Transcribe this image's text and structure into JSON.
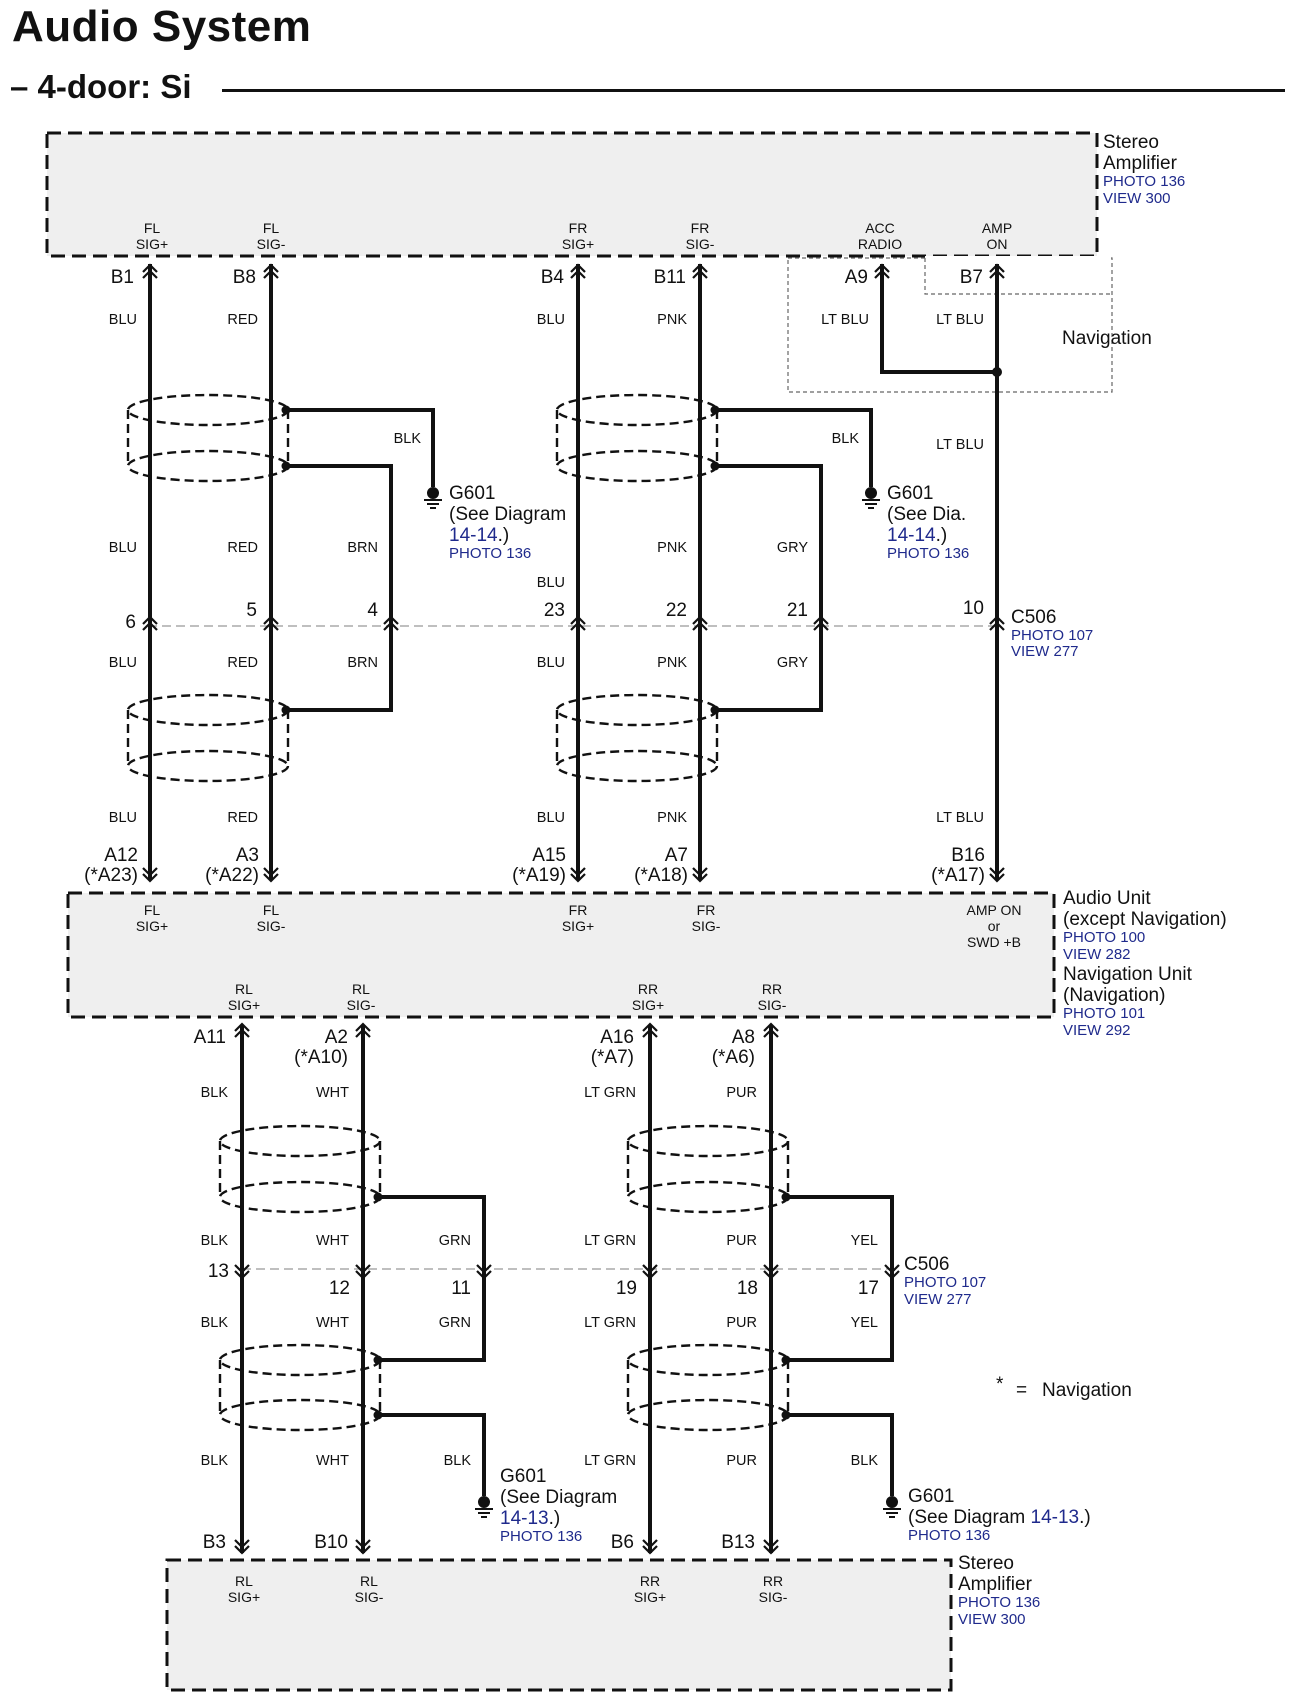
{
  "title": "Audio System",
  "subtitle": "– 4-door: Si",
  "colors": {
    "wire": "#111111",
    "link_blue": "#1f2a8c",
    "box_fill": "#efefef"
  },
  "components": {
    "amp_top": {
      "name_lines": [
        "Stereo",
        "Amplifier"
      ],
      "photo": "PHOTO 136",
      "view": "VIEW 300"
    },
    "navigation": {
      "name": "Navigation"
    },
    "audio_unit": {
      "name_lines": [
        "Audio Unit",
        "(except Navigation)"
      ],
      "photo": "PHOTO 100",
      "view": "VIEW 282",
      "name2_lines": [
        "Navigation Unit",
        "(Navigation)"
      ],
      "photo2": "PHOTO 101",
      "view2": "VIEW 292"
    },
    "amp_bottom": {
      "name_lines": [
        "Stereo",
        "Amplifier"
      ],
      "photo": "PHOTO 136",
      "view": "VIEW 300"
    }
  },
  "connectors": {
    "c506_top": {
      "name": "C506",
      "photo": "PHOTO 107",
      "view": "VIEW 277"
    },
    "c506_bottom": {
      "name": "C506",
      "photo": "PHOTO 107",
      "view": "VIEW 277"
    }
  },
  "grounds": {
    "g1": {
      "name": "G601",
      "line1": "(See Diagram",
      "link": "14-14",
      "after": ".)",
      "photo": "PHOTO 136"
    },
    "g2": {
      "name": "G601",
      "line1": "(See Dia.",
      "link": "14-14",
      "after": ".)",
      "photo": "PHOTO 136"
    },
    "g3": {
      "name": "G601",
      "line1": "(See Diagram",
      "link": "14-13",
      "after": ".)",
      "photo": "PHOTO 136"
    },
    "g4": {
      "name": "G601",
      "line1": "(See Diagram",
      "link": "14-13",
      "after": ".)",
      "photo": "PHOTO 136"
    }
  },
  "terminals": {
    "amp_top": [
      {
        "l1": "FL",
        "l2": "SIG+",
        "pin": "B1"
      },
      {
        "l1": "FL",
        "l2": "SIG-",
        "pin": "B8"
      },
      {
        "l1": "FR",
        "l2": "SIG+",
        "pin": "B4"
      },
      {
        "l1": "FR",
        "l2": "SIG-",
        "pin": "B11"
      },
      {
        "l1": "ACC",
        "l2": "RADIO",
        "pin": "A9"
      },
      {
        "l1": "AMP",
        "l2": "ON",
        "pin": "B7"
      }
    ],
    "audio_top": [
      {
        "l1": "FL",
        "l2": "SIG+",
        "pin": "A12",
        "alt": "(*A23)"
      },
      {
        "l1": "FL",
        "l2": "SIG-",
        "pin": "A3",
        "alt": "(*A22)"
      },
      {
        "l1": "FR",
        "l2": "SIG+",
        "pin": "A15",
        "alt": "(*A19)"
      },
      {
        "l1": "FR",
        "l2": "SIG-",
        "pin": "A7",
        "alt": "(*A18)"
      },
      {
        "l1": "AMP ON",
        "l2": "or",
        "l3": "SWD +B",
        "pin": "B16",
        "alt": "(*A17)"
      }
    ],
    "audio_bottom": [
      {
        "l1": "RL",
        "l2": "SIG+",
        "pin": "A11"
      },
      {
        "l1": "RL",
        "l2": "SIG-",
        "pin": "A2",
        "alt": "(*A10)"
      },
      {
        "l1": "RR",
        "l2": "SIG+",
        "pin": "A16",
        "alt": "(*A7)"
      },
      {
        "l1": "RR",
        "l2": "SIG-",
        "pin": "A8",
        "alt": "(*A6)"
      }
    ],
    "amp_bottom": [
      {
        "l1": "RL",
        "l2": "SIG+",
        "pin": "B3"
      },
      {
        "l1": "RL",
        "l2": "SIG-",
        "pin": "B10"
      },
      {
        "l1": "RR",
        "l2": "SIG+",
        "pin": "B6"
      },
      {
        "l1": "RR",
        "l2": "SIG-",
        "pin": "B13"
      }
    ]
  },
  "c506_top_pins": [
    "6",
    "5",
    "4",
    "23",
    "22",
    "21",
    "10"
  ],
  "c506_bottom_pins": [
    "13",
    "12",
    "11",
    "19",
    "18",
    "17"
  ],
  "wire_colors": {
    "top_upper": [
      "BLU",
      "RED",
      "BLU",
      "PNK",
      "LT BLU",
      "LT BLU"
    ],
    "top_drain": [
      "BLK",
      "BLK"
    ],
    "top_right_mid": "LT BLU",
    "top_mid": [
      "BLU",
      "RED",
      "BRN",
      "PNK",
      "GRY"
    ],
    "top_fr_extra": "BLU",
    "top_below": [
      "BLU",
      "RED",
      "BRN",
      "BLU",
      "PNK",
      "GRY"
    ],
    "top_lower": [
      "BLU",
      "RED",
      "BLU",
      "PNK",
      "LT BLU"
    ],
    "bot_upper": [
      "BLK",
      "WHT",
      "LT GRN",
      "PUR"
    ],
    "bot_mid": [
      "BLK",
      "WHT",
      "GRN",
      "LT GRN",
      "PUR",
      "YEL"
    ],
    "bot_below": [
      "BLK",
      "WHT",
      "GRN",
      "LT GRN",
      "PUR",
      "YEL"
    ],
    "bot_lower": [
      "BLK",
      "WHT",
      "BLK",
      "LT GRN",
      "PUR",
      "BLK"
    ]
  },
  "legend": {
    "symbol": "*",
    "eq": "=",
    "text": "Navigation"
  }
}
